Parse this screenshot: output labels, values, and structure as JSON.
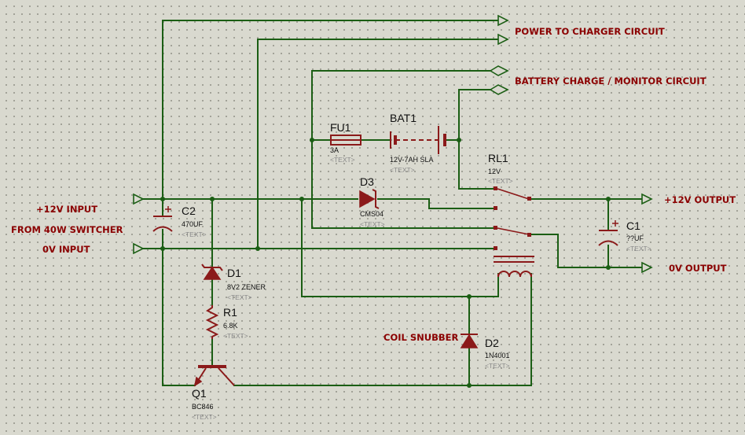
{
  "labels": {
    "power_to_charger": "POWER TO CHARGER CIRCUIT",
    "battery_charge_monitor": "BATTERY CHARGE / MONITOR CIRCUIT",
    "input_12v": "+12V INPUT",
    "from_switcher": "FROM 40W SWITCHER",
    "input_0v": "0V INPUT",
    "output_12v": "+12V OUTPUT",
    "output_0v": "0V OUTPUT",
    "coil_snubber": "COIL SNUBBER"
  },
  "components": {
    "fu1": {
      "ref": "FU1",
      "value": "3A",
      "text": "<TEXT>"
    },
    "bat1": {
      "ref": "BAT1",
      "value": "12V-7AH SLA",
      "text": "<TEXT>"
    },
    "rl1": {
      "ref": "RL1",
      "value": "12V",
      "text": "<TEXT>"
    },
    "d3": {
      "ref": "D3",
      "value": "CMS04",
      "text": "<TEXT>"
    },
    "c2": {
      "ref": "C2",
      "value": "470UF",
      "text": "<TEXT>"
    },
    "c1": {
      "ref": "C1",
      "value": "??UF",
      "text": "<TEXT>"
    },
    "d1": {
      "ref": "D1",
      "value": "8V2 ZENER",
      "text": "<TEXT>"
    },
    "r1": {
      "ref": "R1",
      "value": "6.8K",
      "text": "<TEXT>"
    },
    "d2": {
      "ref": "D2",
      "value": "1N4001",
      "text": "<TEXT>"
    },
    "q1": {
      "ref": "Q1",
      "value": "BC846",
      "text": "<TEXT>"
    }
  },
  "colors": {
    "wire": "#1b5e14",
    "component": "#8b1a1a",
    "label": "#8b0000",
    "background": "#d9d9cf"
  }
}
